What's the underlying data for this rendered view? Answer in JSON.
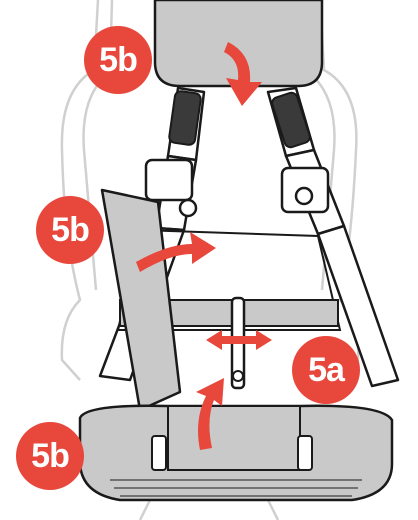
{
  "labels": {
    "step_top": "5b",
    "step_left": "5b",
    "step_right": "5a",
    "step_bottom": "5b"
  },
  "colors": {
    "badge": "#e8473c",
    "arrow": "#e8473c",
    "panel": "#c9c9c9",
    "outline": "#1a1a1a",
    "seat_outline": "#d0d0d0"
  }
}
